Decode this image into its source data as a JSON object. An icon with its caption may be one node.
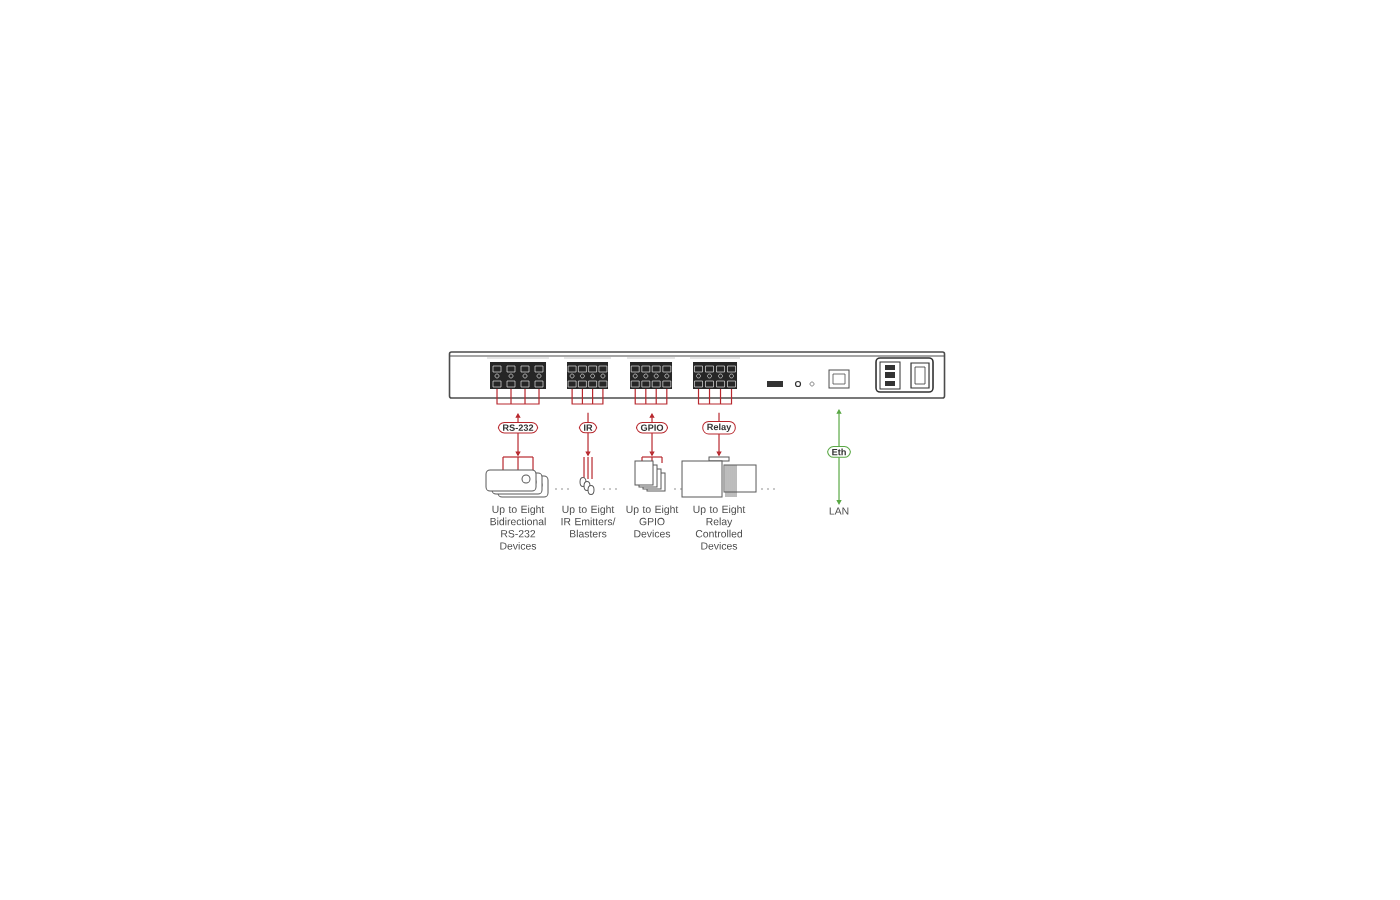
{
  "diagram": {
    "nodes": [
      {
        "text": [],
        "shape": "picture"
      },
      {
        "text": [],
        "shape": "picture",
        "beside": [
          "Up to Eight Bidirectional RS-232 Devices"
        ]
      },
      {
        "text": [],
        "shape": "picture",
        "beside": [
          "Up to Eight IR Emitters/ Blasters"
        ]
      },
      {
        "text": [],
        "shape": "picture",
        "beside": [
          "Up to Eight GPIO Devices"
        ]
      },
      {
        "text": [],
        "shape": "picture",
        "beside": [
          "Up to Eight Relay Controlled Devices"
        ]
      },
      {
        "text": [
          "LAN"
        ]
      }
    ],
    "edges": [
      {
        "from": 0,
        "to": 1,
        "arrow": "both",
        "label": "RS-232"
      },
      {
        "from": 0,
        "to": 2,
        "arrow": "to",
        "label": "IR"
      },
      {
        "from": 0,
        "to": 3,
        "arrow": "both",
        "label": "GPIO"
      },
      {
        "from": 0,
        "to": 4,
        "arrow": "to",
        "label": "Relay"
      },
      {
        "from": 0,
        "to": 5,
        "arrow": "both",
        "label": "Eth",
        "color": "#5aa845"
      }
    ]
  }
}
